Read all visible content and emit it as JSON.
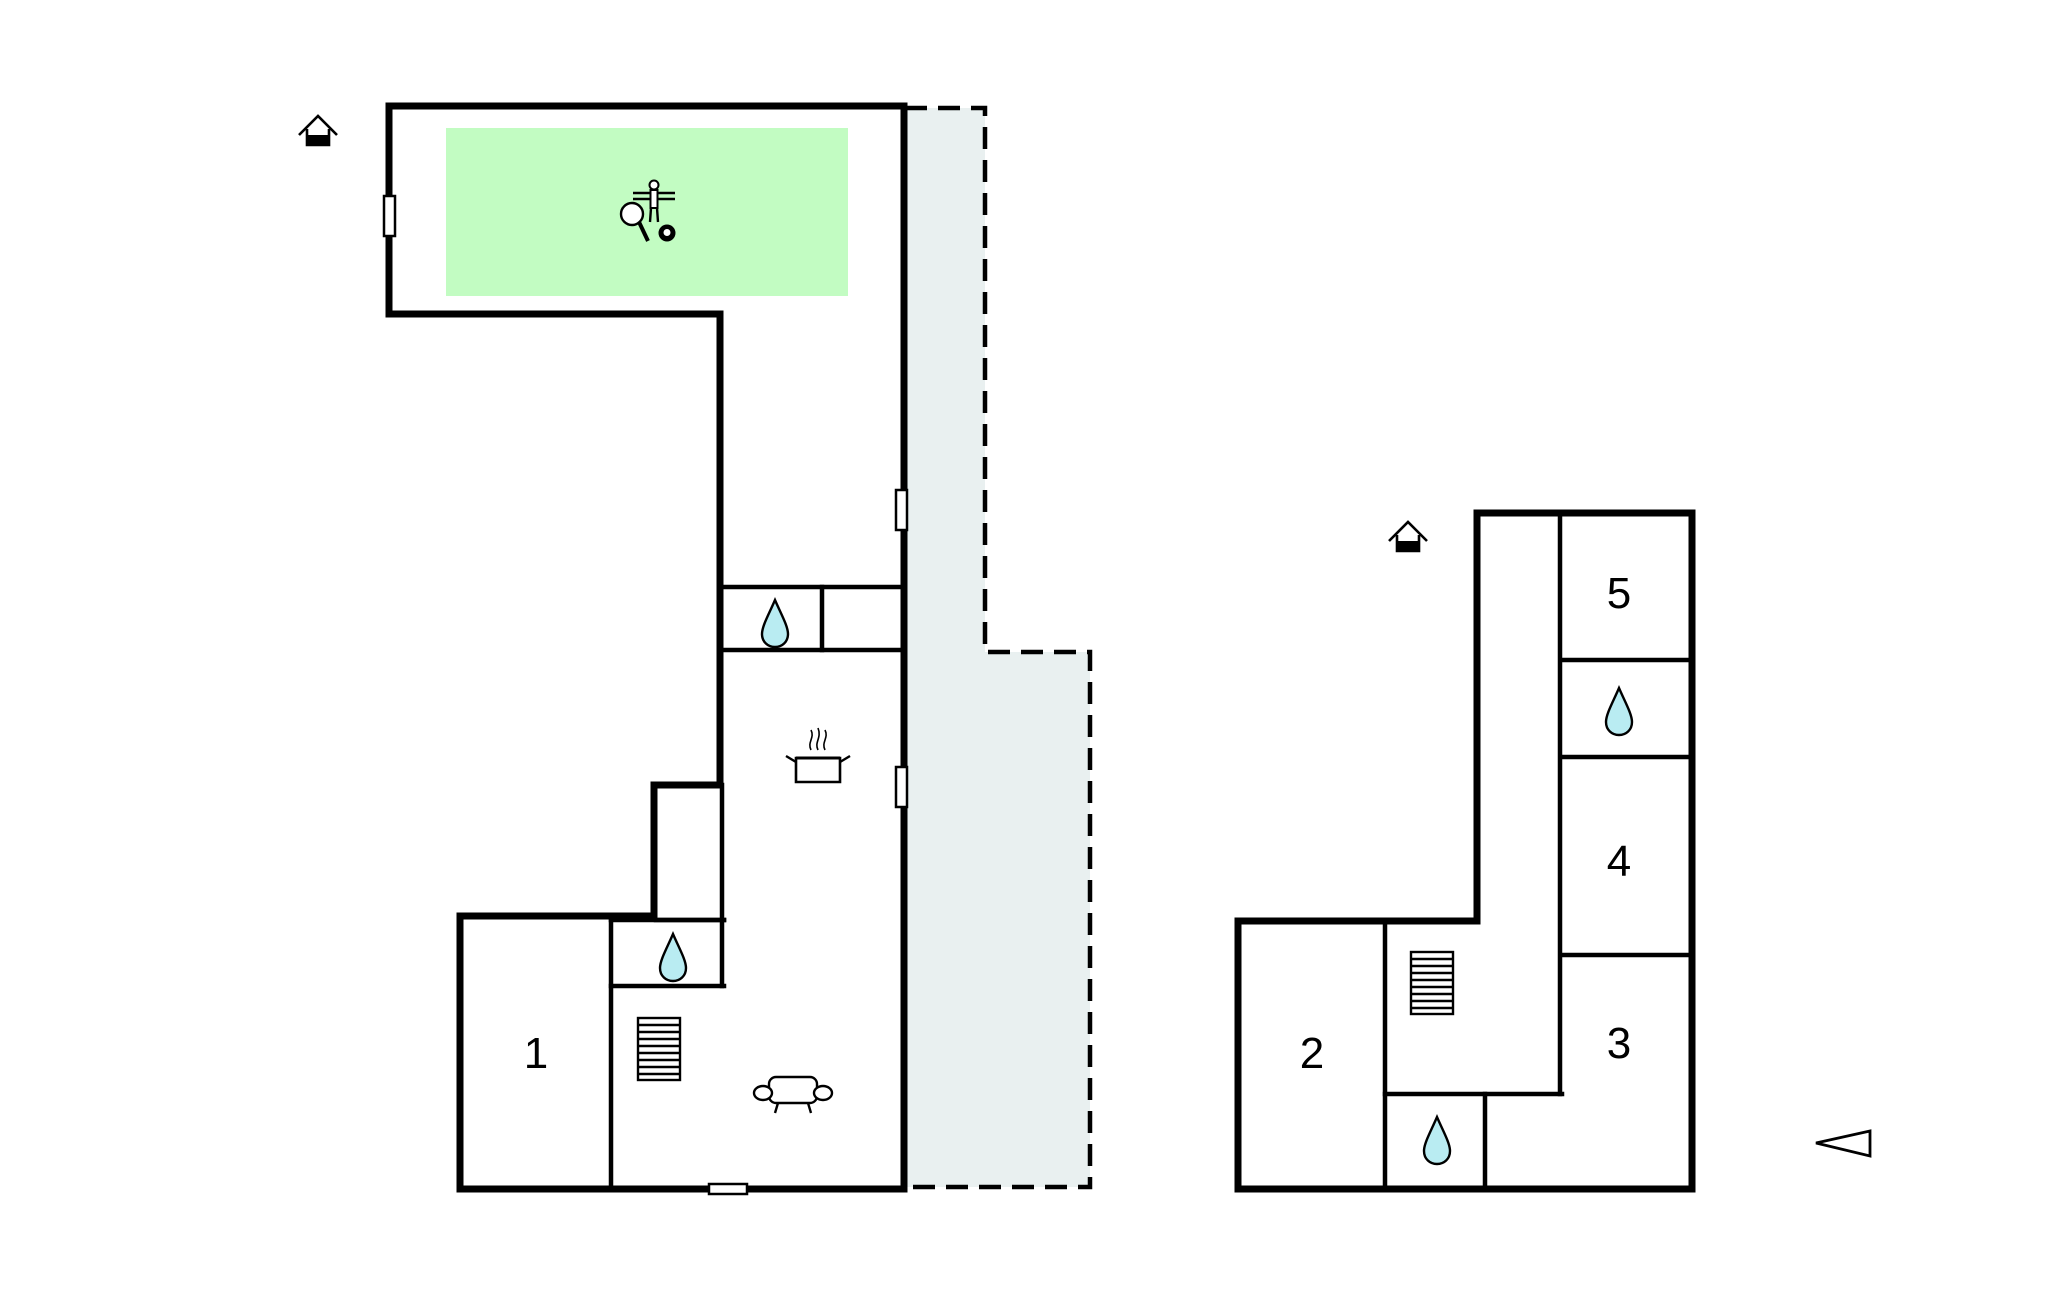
{
  "plan": {
    "rooms": {
      "r1": "1",
      "r2": "2",
      "r3": "3",
      "r4": "4",
      "r5": "5"
    },
    "colors": {
      "games_area": "#c2fcc2",
      "terrace": "#e9f0f0",
      "water_drop": "#b9ecf2",
      "walls": "#000000"
    },
    "icons": [
      "entrance-icon",
      "table-tennis-icon",
      "table-football-icon",
      "billiards-icon",
      "bathroom-drop-icon",
      "kitchen-pot-icon",
      "stairs-icon",
      "sofa-icon",
      "compass-north-icon"
    ]
  }
}
